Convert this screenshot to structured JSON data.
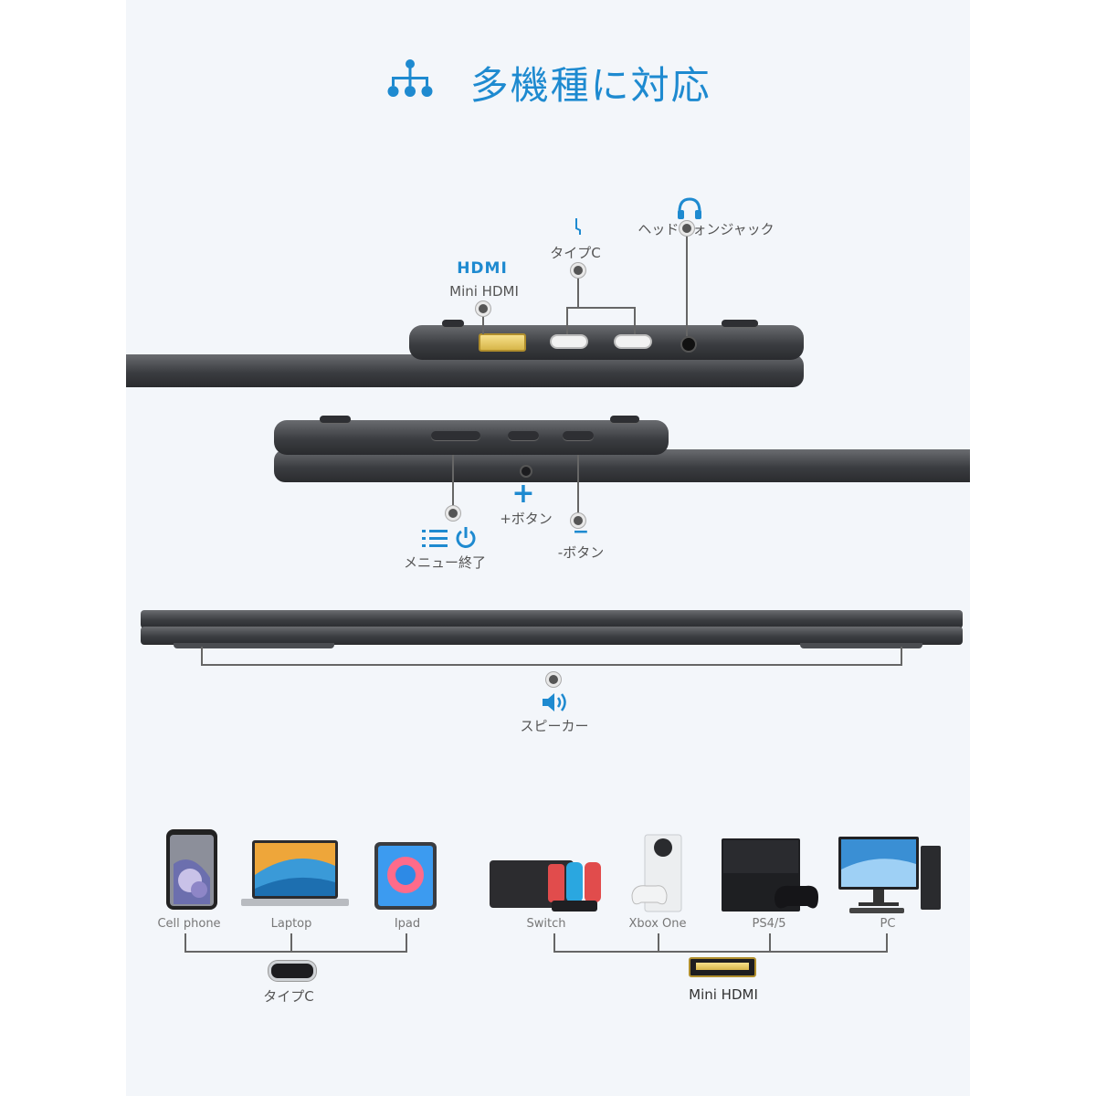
{
  "heading": {
    "title": "多機種に対応",
    "icon": "network-icon"
  },
  "ports": {
    "hdmi_logo": "HDMI",
    "mini_hdmi": "Mini HDMI",
    "typec": "タイプC",
    "headphone": "ヘッドフォンジャック"
  },
  "buttons": {
    "plus_symbol": "+",
    "plus": "+ボタン",
    "minus_symbol": "−",
    "minus": "-ボタン",
    "menu": "メニュー",
    "exit": "終了"
  },
  "speaker": {
    "label": "スピーカー",
    "icon": "speaker-icon"
  },
  "devices": {
    "mobile": [
      {
        "name": "Cell phone"
      },
      {
        "name": "Laptop"
      },
      {
        "name": "Ipad"
      }
    ],
    "consoles": [
      {
        "name": "Switch"
      },
      {
        "name": "Xbox One"
      },
      {
        "name": "PS4/5"
      },
      {
        "name": "PC"
      }
    ],
    "mobile_port": "タイプC",
    "console_port": "Mini HDMI"
  },
  "colors": {
    "accent": "#1e8ad0",
    "bar": "#3b3d41",
    "panel": "#f3f6fa"
  }
}
